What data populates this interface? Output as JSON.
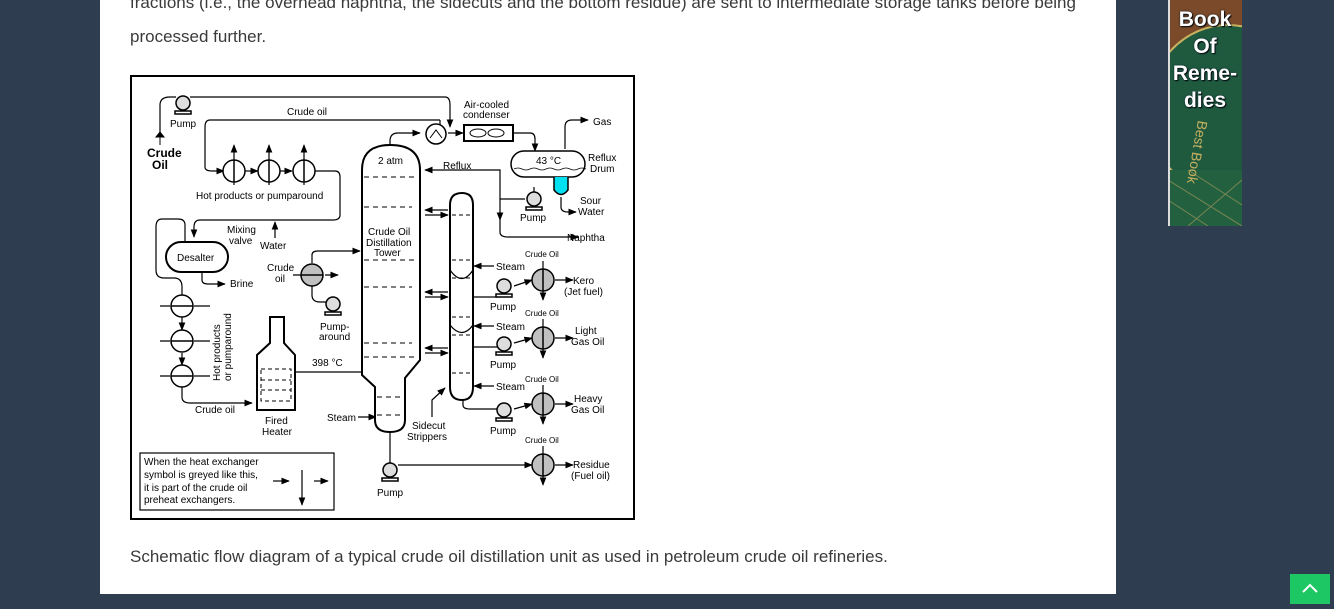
{
  "article": {
    "paragraph_lines": [
      "fractions (i.e., the overhead naphtha, the sidecuts and the bottom residue) are sent to intermediate storage tanks before being",
      "processed further."
    ],
    "caption": "Schematic flow diagram of a typical crude oil distillation unit as used in petroleum crude oil refineries."
  },
  "diagram": {
    "labels": {
      "crude_oil_input": [
        "Crude",
        "Oil"
      ],
      "pump": "Pump",
      "crude_oil_top": "Crude oil",
      "air_cooled": [
        "Air-cooled",
        "condenser"
      ],
      "gas": "Gas",
      "reflux_drum_temp": "43 °C",
      "reflux_drum": [
        "Reflux",
        "Drum"
      ],
      "sour_water": [
        "Sour",
        "Water"
      ],
      "reflux": "Reflux",
      "tower_pressure": "2 atm",
      "hot_products": "Hot products or pumparound",
      "mixing_valve": [
        "Mixing",
        "valve"
      ],
      "water": "Water",
      "desalter": "Desalter",
      "brine": "Brine",
      "crude_oil_pa": [
        "Crude",
        "oil"
      ],
      "tower_name": [
        "Crude Oil",
        "Distillation",
        "Tower"
      ],
      "pumparound": [
        "Pump-",
        "around"
      ],
      "hot_products_vertical": [
        "Hot products",
        "or pumparound"
      ],
      "heater_temp": "398 °C",
      "crude_oil_bottom": "Crude oil",
      "fired_heater": [
        "Fired",
        "Heater"
      ],
      "steam": "Steam",
      "sidecut_strippers": [
        "Sidecut",
        "Strippers"
      ],
      "naphtha": "Naphtha",
      "crude_oil_exch": "Crude Oil",
      "kero": [
        "Kero",
        "(Jet fuel)"
      ],
      "light_gas_oil": [
        "Light",
        "Gas Oil"
      ],
      "heavy_gas_oil": [
        "Heavy",
        "Gas Oil"
      ],
      "residue": [
        "Residue",
        "(Fuel oil)"
      ],
      "legend": [
        "When the heat exchanger",
        "symbol is greyed like this,",
        "it is part of the crude oil",
        "preheat exchangers."
      ]
    },
    "colors": {
      "exchanger_grey": "#c0c0c0",
      "sour_water": "#00e0f0"
    }
  },
  "sidebar_ad": {
    "lines": [
      "Book",
      "Of",
      "Reme-",
      "dies"
    ]
  },
  "scroll_top_button": {
    "icon": "chevron-up-icon",
    "color": "#1cc764"
  }
}
